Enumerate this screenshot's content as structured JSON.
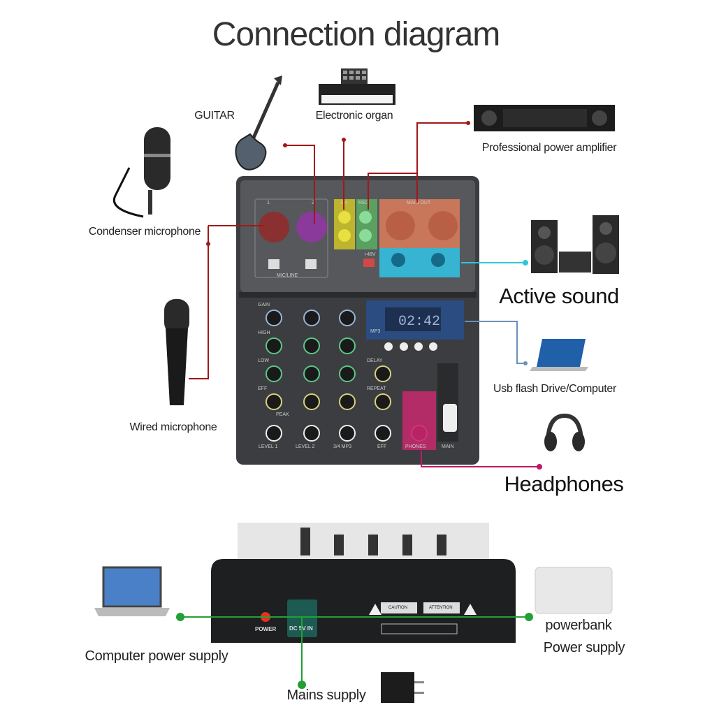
{
  "title": "Connection diagram",
  "labels": {
    "guitar": "GUITAR",
    "organ": "Electronic organ",
    "amplifier": "Professional power amplifier",
    "condenser_mic": "Condenser microphone",
    "active_sound": "Active sound",
    "usb": "Usb flash Drive/Computer",
    "wired_mic": "Wired microphone",
    "headphones": "Headphones",
    "computer_power": "Computer power supply",
    "powerbank": "powerbank",
    "power_supply": "Power supply",
    "mains": "Mains supply"
  },
  "mixer": {
    "inputs": [
      "1",
      "2"
    ],
    "ch34": "3/4",
    "rec": "REC",
    "main_out": "MAIN OUT",
    "mic_line": "MIC/LINE",
    "phantom": "+48V",
    "knob_rows": [
      "GAIN",
      "HIGH",
      "LOW",
      "EFF"
    ],
    "delay": "DELAY",
    "repeat": "REPEAT",
    "peak": "PEAK",
    "display": "02:42",
    "mp3": "MP3",
    "faders": [
      "LEVEL 1",
      "LEVEL 2",
      "3/4 MP3",
      "EFF",
      "PHONES",
      "MAIN"
    ],
    "power": "POWER",
    "dc_in": "DC 5V IN",
    "caution": "CAUTION",
    "attention": "ATTENTION"
  },
  "colors": {
    "red_line": "#a01818",
    "cyan_line": "#2fc8d8",
    "blue_line": "#6a8fb8",
    "pink_line": "#c0186a",
    "green_line": "#22a035"
  }
}
